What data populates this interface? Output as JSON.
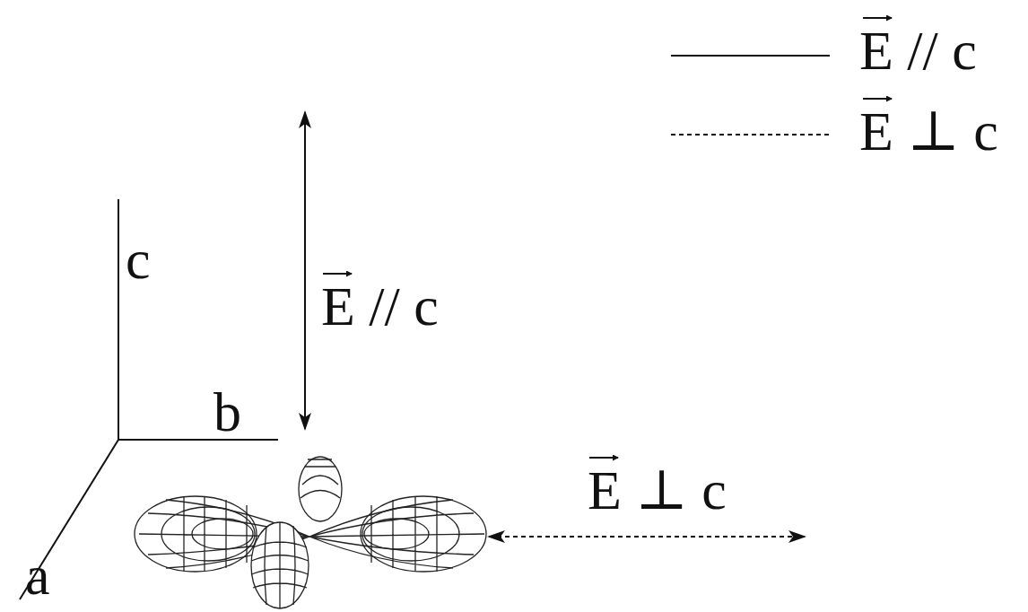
{
  "diagram": {
    "labels": [
      "c",
      "b",
      "a",
      "E // c",
      "E ⊥ c"
    ],
    "legend": [
      {
        "text": "E // c"
      },
      {
        "text": "E ⊥ c"
      }
    ]
  }
}
